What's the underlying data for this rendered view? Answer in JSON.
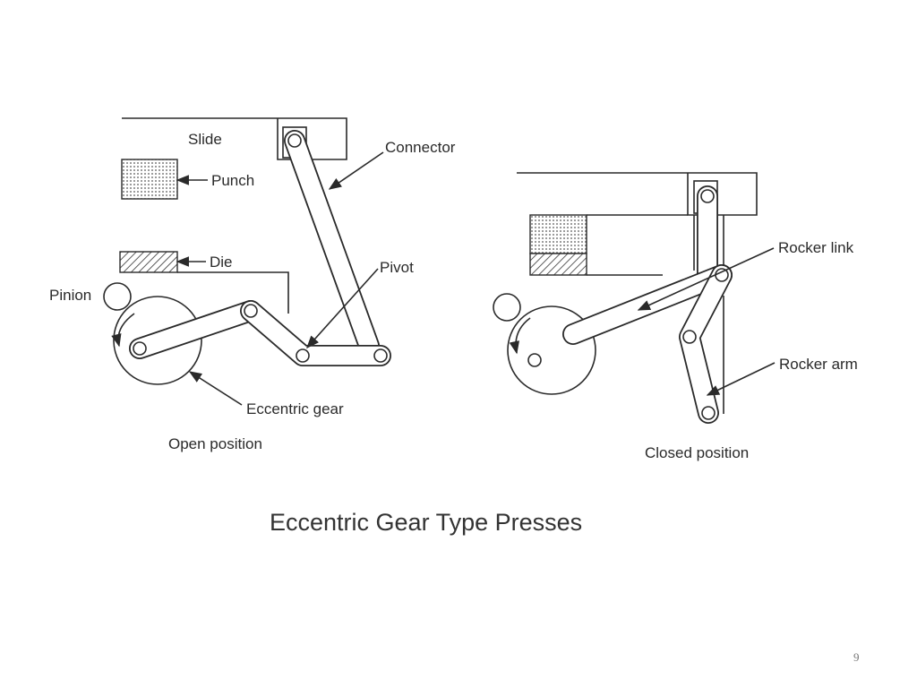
{
  "figure": {
    "title": "Eccentric Gear Type Presses",
    "page_number": "9",
    "open": {
      "slide": "Slide",
      "connector": "Connector",
      "punch": "Punch",
      "die": "Die",
      "pivot": "Pivot",
      "pinion": "Pinion",
      "eccentric_gear": "Eccentric gear",
      "caption": "Open position"
    },
    "closed": {
      "rocker_link": "Rocker link",
      "rocker_arm": "Rocker arm",
      "caption": "Closed position"
    }
  }
}
